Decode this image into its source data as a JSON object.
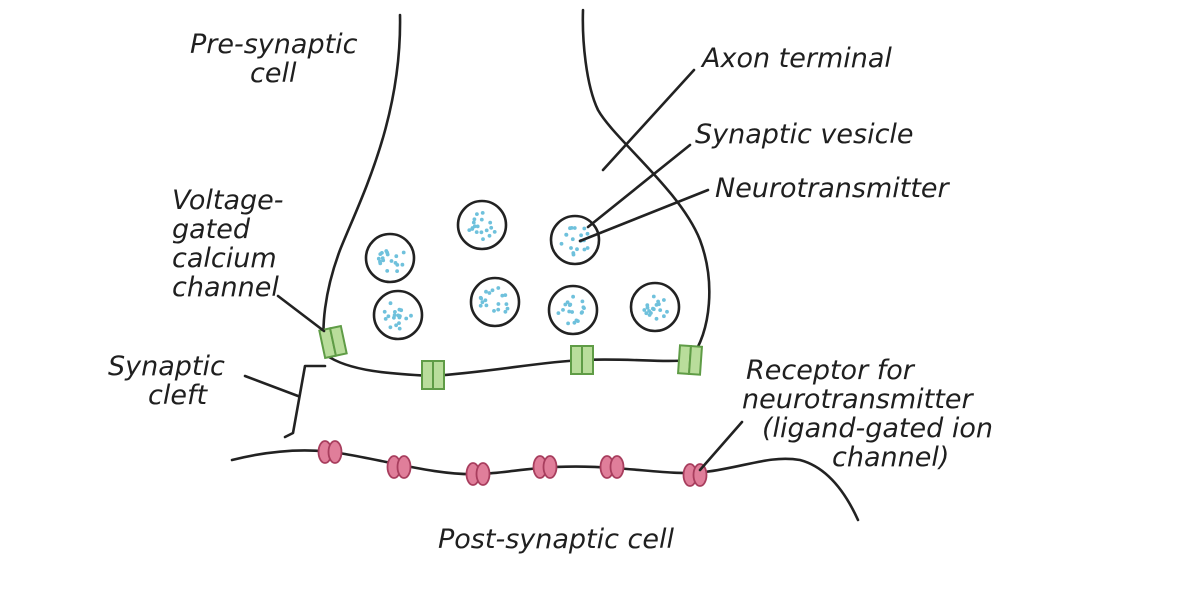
{
  "labels": {
    "presynaptic": [
      "Pre-synaptic",
      "cell"
    ],
    "axon_terminal": "Axon terminal",
    "synaptic_vesicle": "Synaptic vesicle",
    "neurotransmitter": "Neurotransmitter",
    "voltage_gated": [
      "Voltage-",
      "gated",
      "calcium",
      "channel"
    ],
    "synaptic_cleft": [
      "Synaptic",
      "cleft"
    ],
    "receptor": [
      "Receptor for",
      "neurotransmitter",
      "(ligand-gated ion",
      "channel)"
    ],
    "postsynaptic": "Post-synaptic cell"
  },
  "colors": {
    "outline": "#222222",
    "neurotransmitter_dot": "#6fc1dc",
    "calcium_channel_fill": "#b9dd9b",
    "calcium_channel_stroke": "#5f9c46",
    "receptor_fill": "#e07e9a",
    "receptor_stroke": "#a83e5e"
  },
  "counts": {
    "synaptic_vesicles": 7,
    "calcium_channels": 4,
    "receptors": 6
  }
}
